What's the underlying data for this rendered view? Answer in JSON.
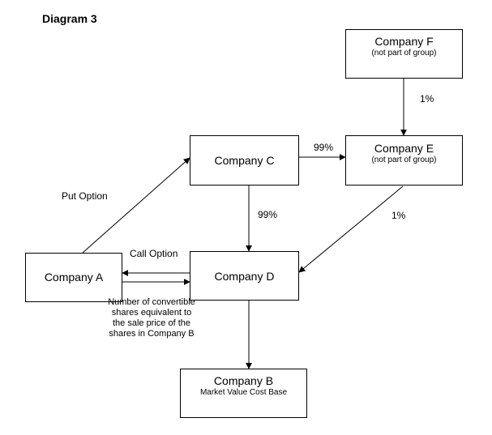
{
  "diagram": {
    "title": "Diagram 3",
    "boxes": {
      "company_f": {
        "name": "Company F",
        "sub": "(not part of group)"
      },
      "company_c": {
        "name": "Company C"
      },
      "company_e": {
        "name": "Company E",
        "sub": "(not part of group)"
      },
      "company_a": {
        "name": "Company A"
      },
      "company_d": {
        "name": "Company D"
      },
      "company_b": {
        "name": "Company B",
        "sub": "Market Value Cost Base"
      }
    },
    "labels": {
      "f_to_e": "1%",
      "c_to_e": "99%",
      "c_to_d": "99%",
      "e_to_d": "1%",
      "put_option": "Put Option",
      "call_option": "Call Option",
      "shares_note": "Number of convertible shares equivalent to the sale price of the shares in Company B"
    }
  }
}
